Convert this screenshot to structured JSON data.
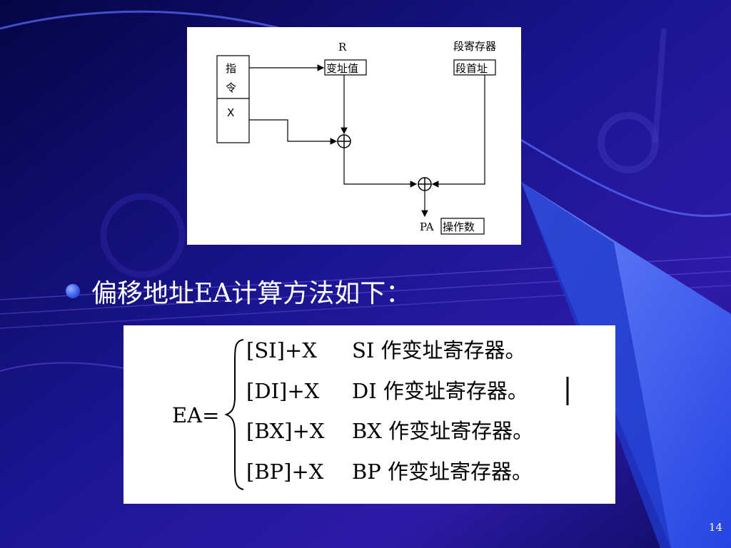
{
  "diagram": {
    "instruction_label": "指",
    "instruction_label2": "令",
    "x_label": "X",
    "register_name": "R",
    "register_box": "变址值",
    "segment_register_name": "段寄存器",
    "segment_box": "段首址",
    "pa_label": "PA",
    "operand_box": "操作数",
    "adder_symbol": "⊕"
  },
  "bullet": {
    "text": "偏移地址EA计算方法如下："
  },
  "formula": {
    "lhs": "EA=",
    "rows": [
      {
        "expr": "[SI]+X",
        "desc": "SI 作变址寄存器。"
      },
      {
        "expr": "[DI]+X",
        "desc": "DI 作变址寄存器。"
      },
      {
        "expr": "[BX]+X",
        "desc": "BX 作变址寄存器。"
      },
      {
        "expr": "[BP]+X",
        "desc": "BP 作变址寄存器。"
      }
    ]
  },
  "slide": {
    "page_number": "14"
  }
}
